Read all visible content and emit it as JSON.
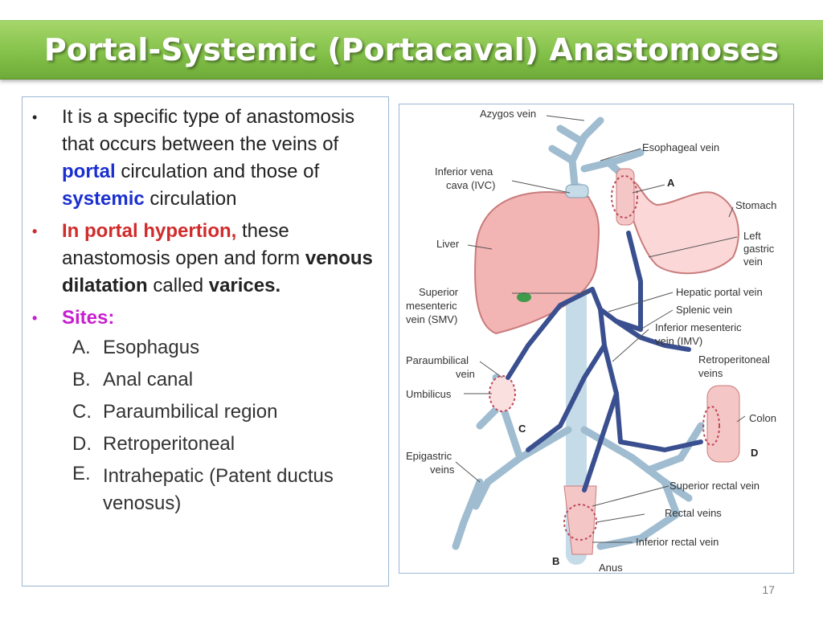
{
  "title": "Portal-Systemic (Portacaval) Anastomoses",
  "bullets": {
    "b1": {
      "part1": "It is a specific type of anastomosis that occurs between the veins of ",
      "portal": "portal",
      "part2": " circulation and those of ",
      "systemic": "systemic",
      "part3": " circulation"
    },
    "b2": {
      "highlight": "In portal hypertion,",
      "part1": " these anastomosis open and form ",
      "bold1": "venous dilatation",
      "part2": " called ",
      "bold2": "varices."
    },
    "b3": {
      "label": "Sites:",
      "sites": [
        {
          "letter": "A.",
          "text": "Esophagus"
        },
        {
          "letter": "B.",
          "text": "Anal canal"
        },
        {
          "letter": "C.",
          "text": "Paraumbilical region"
        },
        {
          "letter": "D.",
          "text": "Retroperitoneal"
        },
        {
          "letter": "E.",
          "text": "Intrahepatic  (Patent ductus venosus)"
        }
      ]
    }
  },
  "figure": {
    "labels": {
      "azygos": "Azygos vein",
      "esophageal": "Esophageal vein",
      "ivc1": "Inferior vena",
      "ivc2": "cava (IVC)",
      "a": "A",
      "stomach": "Stomach",
      "liver": "Liver",
      "leftgastric1": "Left",
      "leftgastric2": "gastric",
      "leftgastric3": "vein",
      "smv1": "Superior",
      "smv2": "mesenteric",
      "smv3": "vein (SMV)",
      "hepaticportal": "Hepatic portal vein",
      "splenic": "Splenic vein",
      "imv1": "Inferior mesenteric",
      "imv2": "vein (IMV)",
      "paraumb1": "Paraumbilical",
      "paraumb2": "vein",
      "retro1": "Retroperitoneal",
      "retro2": "veins",
      "umbilicus": "Umbilicus",
      "colon": "Colon",
      "c": "C",
      "epigastric1": "Epigastric",
      "epigastric2": "veins",
      "d": "D",
      "suprectal": "Superior rectal vein",
      "rectal": "Rectal veins",
      "infrectal": "Inferior rectal vein",
      "b": "B",
      "anus": "Anus"
    }
  },
  "page_number": "17",
  "colors": {
    "title_bar": "#84c24a",
    "portal_text": "#1a2fd0",
    "hypertension_text": "#d12b2b",
    "sites_text": "#c81ecf",
    "portal_vein": "#3a4f8f",
    "systemic_vein": "#c5dbe8",
    "organ_pink": "#f4b6b6"
  }
}
